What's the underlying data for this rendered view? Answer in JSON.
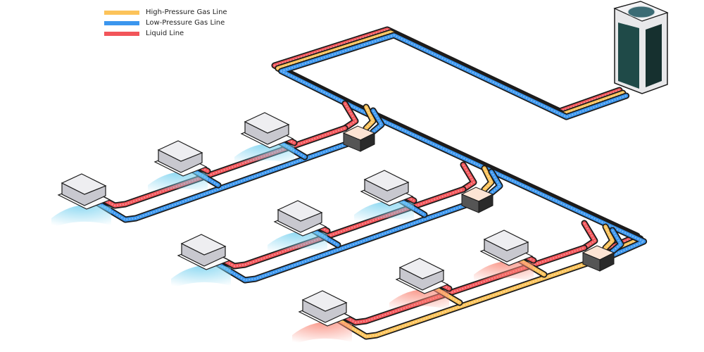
{
  "legend": [
    {
      "label": "High-Pressure Gas Line",
      "color": "#fcc35a"
    },
    {
      "label": "Low-Pressure Gas Line",
      "color": "#3b96ee"
    },
    {
      "label": "Liquid Line",
      "color": "#f2555a"
    }
  ],
  "colors": {
    "high_pressure": "#fcc35a",
    "low_pressure": "#3b96ee",
    "liquid": "#f2555a",
    "outline": "#1a1a1a",
    "outdoor_unit_body": "#1f4a48",
    "outdoor_unit_frame": "#e8e8ea",
    "indoor_unit": "#e2e2e6",
    "cooling_air": "#7dd3f0",
    "heating_air": "#f98a7a",
    "bc_box_top": "#fde4d4",
    "bc_box_side": "#333333"
  },
  "system": {
    "outdoor_unit": {
      "name": "outdoor-unit"
    },
    "branch_boxes": [
      {
        "name": "branch-box-1",
        "mode": "cooling"
      },
      {
        "name": "branch-box-2",
        "mode": "cooling"
      },
      {
        "name": "branch-box-3",
        "mode": "heating"
      }
    ],
    "indoor_units": [
      {
        "group": 1,
        "mode": "cooling"
      },
      {
        "group": 1,
        "mode": "cooling"
      },
      {
        "group": 1,
        "mode": "cooling"
      },
      {
        "group": 2,
        "mode": "cooling"
      },
      {
        "group": 2,
        "mode": "cooling"
      },
      {
        "group": 2,
        "mode": "cooling"
      },
      {
        "group": 3,
        "mode": "heating"
      },
      {
        "group": 3,
        "mode": "heating"
      },
      {
        "group": 3,
        "mode": "heating"
      }
    ]
  }
}
